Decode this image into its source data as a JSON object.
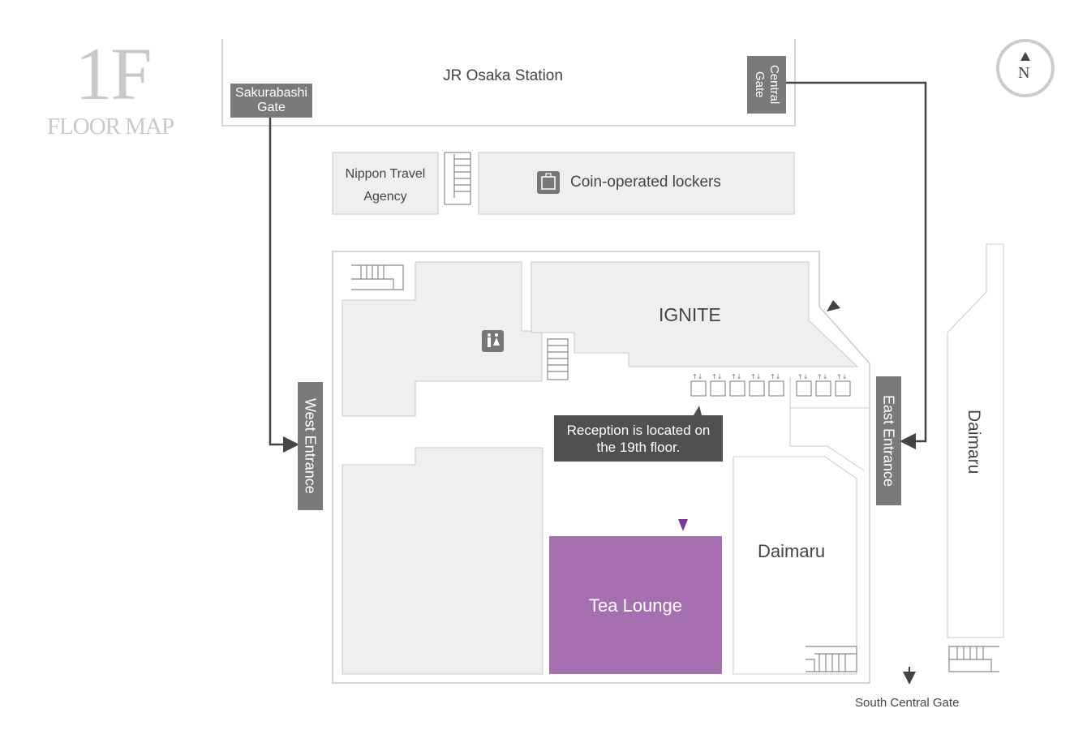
{
  "floor": {
    "number": "1F",
    "subtitle": "FLOOR MAP"
  },
  "compass": {
    "label": "N"
  },
  "station": {
    "label": "JR Osaka Station"
  },
  "gates": {
    "sakurabashi": "Sakurabashi Gate",
    "central": "Central Gate",
    "west_entrance": "West Entrance",
    "east_entrance": "East Entrance",
    "south_central": "South Central Gate"
  },
  "areas": {
    "travel_agency": "Nippon Travel Agency",
    "lockers": "Coin-operated lockers",
    "ignite": "IGNITE",
    "tea_lounge": "Tea Lounge",
    "daimaru_inner": "Daimaru",
    "daimaru_outer": "Daimaru"
  },
  "callout": {
    "reception": "Reception is located on the 19th floor."
  },
  "icons": [
    "restroom-icon",
    "locker-icon",
    "elevator-icon",
    "stairs-icon",
    "compass-icon",
    "arrow-icon"
  ],
  "colors": {
    "tea_lounge": "#a670b0",
    "gate": "#7a7a7a",
    "callout": "#505050",
    "area": "#efefef",
    "route": "#444444"
  }
}
